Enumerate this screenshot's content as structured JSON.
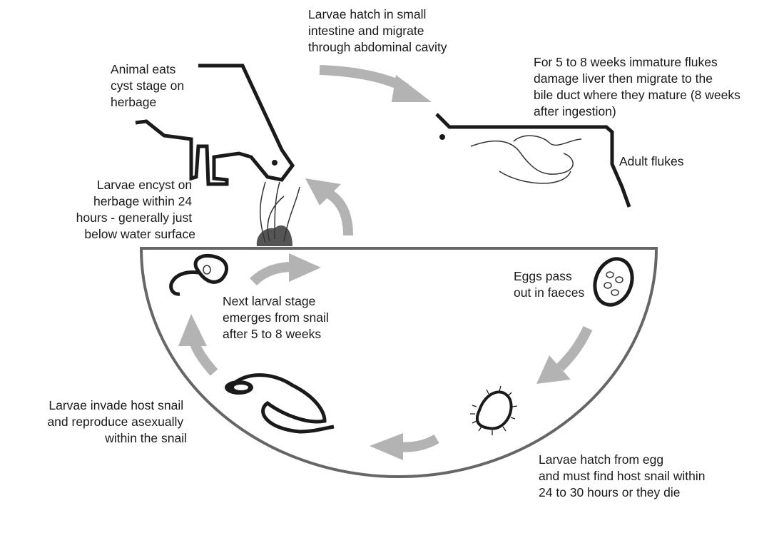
{
  "title": "Liver fluke life cycle",
  "labels": {
    "larvae_hatch_intestine": [
      "Larvae hatch in small",
      "intestine and migrate",
      "through abdominal cavity"
    ],
    "animal_eats": [
      "Animal eats",
      "cyst stage on",
      "herbage"
    ],
    "immature_flukes": [
      "For 5  to 8 weeks immature flukes",
      "damage liver then migrate to the",
      "bile duct where they mature (8 weeks",
      "after ingestion)"
    ],
    "adult_flukes": [
      "Adult flukes"
    ],
    "larvae_encyst": [
      "Larvae encyst on",
      "herbage within 24",
      "hours - generally just",
      "below water surface"
    ],
    "eggs_pass": [
      "Eggs pass",
      "out in faeces"
    ],
    "next_larval_stage": [
      "Next larval stage",
      "emerges from snail",
      "after 5 to 8 weeks"
    ],
    "larvae_invade": [
      "Larvae invade host snail",
      "and reproduce asexually",
      "within the snail"
    ],
    "larvae_hatch_egg": [
      "Larvae hatch from egg",
      "and must find host snail within",
      "24 to 30 hours or they die"
    ]
  },
  "colors": {
    "arrow": "#b3b3b3",
    "ink": "#1a1a1a",
    "bowl": "#666666"
  }
}
